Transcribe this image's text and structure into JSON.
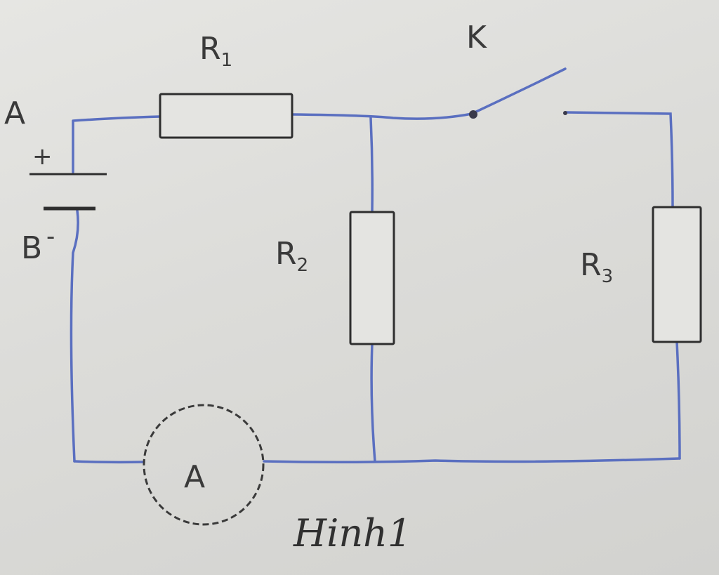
{
  "labels": {
    "r1": "R",
    "r1_sub": "1",
    "r2": "R",
    "r2_sub": "2",
    "r3": "R",
    "r3_sub": "3",
    "switch": "K",
    "terminal_a": "A",
    "terminal_b": "B",
    "plus": "+",
    "minus": "-",
    "ammeter": "A",
    "caption": "Hinh1"
  },
  "colors": {
    "wire": "#5a6fc0",
    "ink": "#2e2e2e",
    "paper": "#e2e2df"
  }
}
